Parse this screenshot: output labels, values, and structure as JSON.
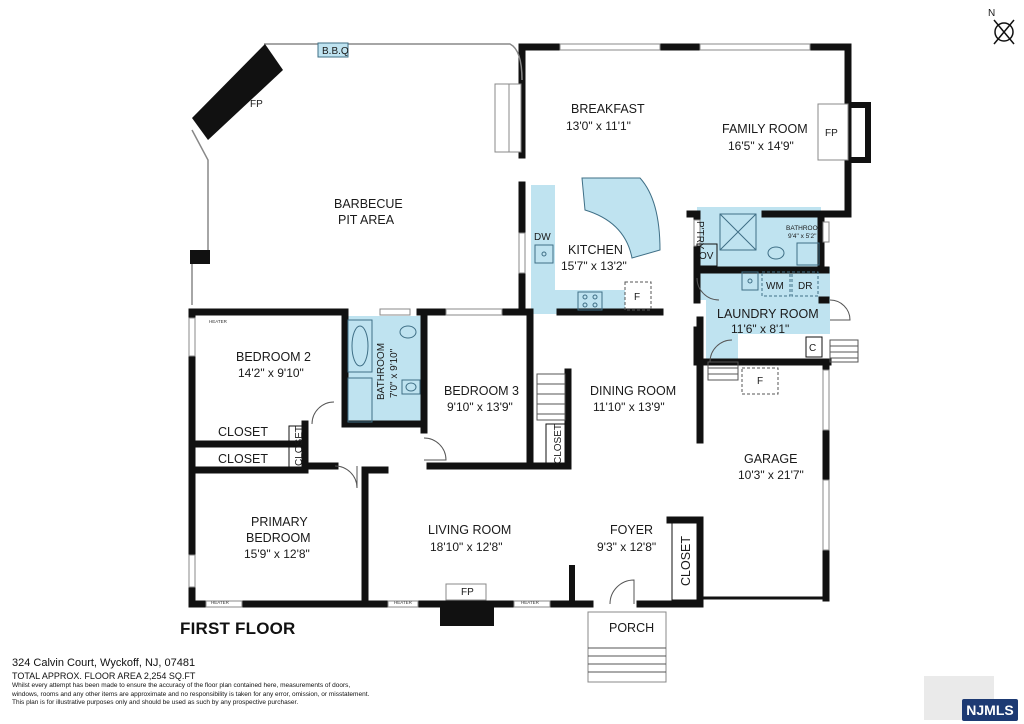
{
  "plan": {
    "title": "FIRST FLOOR",
    "compass": "N",
    "rooms": {
      "bbq_area": {
        "name1": "BARBECUE",
        "name2": "PIT AREA",
        "bbq": "B.B.Q",
        "fp": "FP"
      },
      "breakfast": {
        "name": "BREAKFAST",
        "dim": "13'0\" x 11'1\""
      },
      "family_room": {
        "name": "FAMILY ROOM",
        "dim": "16'5\" x 14'9\"",
        "fp": "FP"
      },
      "kitchen": {
        "name": "KITCHEN",
        "dim": "15'7\" x 13'2\"",
        "dw": "DW",
        "f": "F"
      },
      "pantry": {
        "name": "P'TRY"
      },
      "oven": {
        "name": "OV"
      },
      "bath_small": {
        "name": "BATHROOM",
        "dim": "9'4\" x 5'2\""
      },
      "laundry": {
        "name": "LAUNDRY ROOM",
        "dim": "11'6\" x 8'1\"",
        "wm": "WM",
        "dr": "DR",
        "c": "C"
      },
      "bedroom2": {
        "name": "BEDROOM 2",
        "dim": "14'2\" x 9'10\"",
        "heater": "HEATER"
      },
      "bathroom": {
        "name": "BATHROOM",
        "dim": "7'0\" x 9'10\""
      },
      "bedroom3": {
        "name": "BEDROOM 3",
        "dim": "9'10\" x 13'9\""
      },
      "dining": {
        "name": "DINING ROOM",
        "dim": "11'10\" x 13'9\""
      },
      "closet1": {
        "name": "CLOSET"
      },
      "closet2": {
        "name": "CLOSET"
      },
      "closet3": {
        "name": "CLOSET"
      },
      "closet4": {
        "name": "CLOSET"
      },
      "closet5": {
        "name": "CLOSET"
      },
      "primary": {
        "name1": "PRIMARY",
        "name2": "BEDROOM",
        "dim": "15'9\" x 12'8\"",
        "heater": "HEATER"
      },
      "living": {
        "name": "LIVING ROOM",
        "dim": "18'10\" x 12'8\"",
        "fp": "FP",
        "heater": "HEATER"
      },
      "foyer": {
        "name": "FOYER",
        "dim": "9'3\" x 12'8\""
      },
      "garage": {
        "name": "GARAGE",
        "dim": "10'3\" x 21'7\"",
        "f": "F"
      },
      "porch": {
        "name": "PORCH"
      }
    }
  },
  "footer": {
    "address": "324 Calvin Court, Wyckoff, NJ, 07481",
    "area": "TOTAL APPROX. FLOOR AREA 2,254 SQ.FT",
    "disclaimer1": "Whilst every attempt has been made to ensure the accuracy of the floor plan contained here, measurements of doors,",
    "disclaimer2": "windows, rooms and any other items are approximate and no responsibility is taken for any error, omission, or misstatement.",
    "disclaimer3": "This plan is for illustrative purposes only and should be used as such by any prospective purchaser."
  },
  "badge": "NJMLS",
  "colors": {
    "wall": "#111111",
    "wet_area": "#bfe3f0",
    "fixture_stroke": "#3f6f86"
  }
}
